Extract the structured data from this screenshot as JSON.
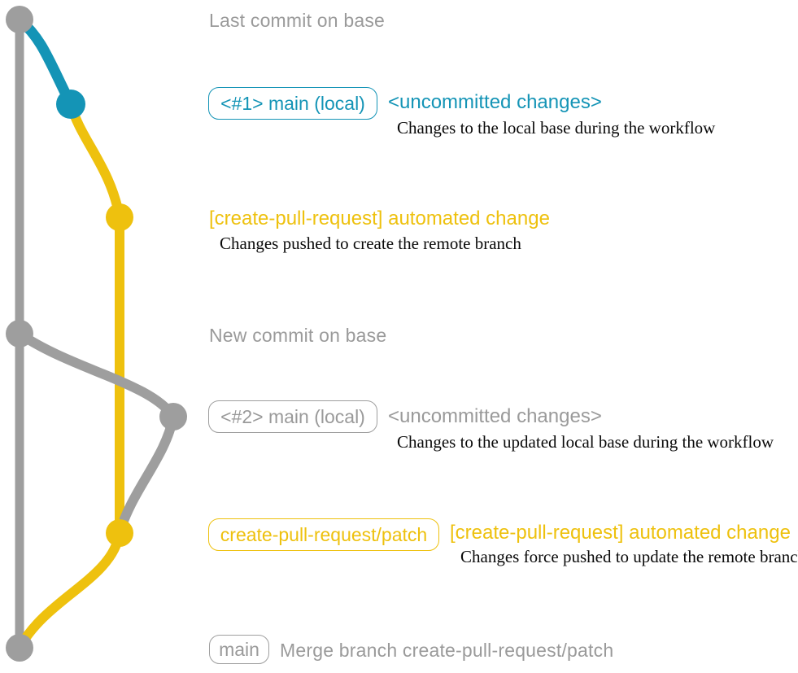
{
  "colors": {
    "teal": "#1494b6",
    "yellow": "#eec10e",
    "gray": "#9e9e9e",
    "description_text": "#0a0a0a"
  },
  "graph": {
    "nodes": [
      {
        "id": "base-last-commit",
        "color": "gray"
      },
      {
        "id": "local-uncommitted-1",
        "color": "teal"
      },
      {
        "id": "patch-branch-commit-1",
        "color": "yellow"
      },
      {
        "id": "base-new-commit",
        "color": "gray"
      },
      {
        "id": "local-uncommitted-2",
        "color": "gray"
      },
      {
        "id": "patch-branch-commit-2",
        "color": "yellow"
      },
      {
        "id": "merge-commit",
        "color": "gray"
      }
    ]
  },
  "sections": {
    "last_commit_label": "Last commit on base",
    "branch1": {
      "badge": "<#1> main (local)",
      "status": "<uncommitted changes>",
      "description": "Changes to the local base during the workflow"
    },
    "automated1": {
      "title": "[create-pull-request] automated change",
      "description": "Changes pushed to create the remote branch"
    },
    "new_commit_label": "New commit on base",
    "branch2": {
      "badge": "<#2> main (local)",
      "status": "<uncommitted changes>",
      "description": "Changes to the updated local base during the workflow"
    },
    "automated2": {
      "badge": "create-pull-request/patch",
      "title": "[create-pull-request] automated change",
      "description": "Changes force pushed to update the remote branch"
    },
    "merge": {
      "badge": "main",
      "label": "Merge branch create-pull-request/patch"
    }
  }
}
